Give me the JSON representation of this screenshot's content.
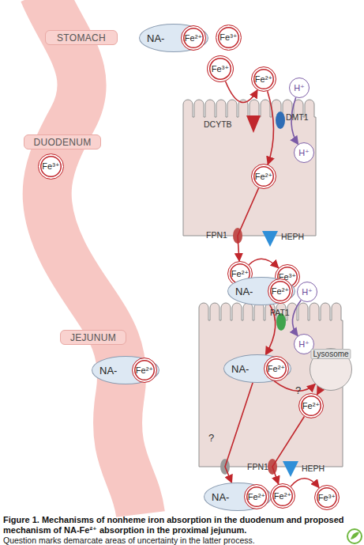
{
  "diagram": {
    "caption": "Figure 1. Mechanisms of nonheme iron absorption in the duodenum and proposed mechanism of NA-Fe²⁺ absorption in the proximal jejunum.",
    "nodes": [
      {
        "text": [
          "STOMACH"
        ]
      },
      {
        "text": [
          "NA-"
        ]
      },
      {
        "text": [
          "Fe²⁺"
        ],
        "in": 1
      },
      {
        "text": [
          "Fe³⁺"
        ]
      },
      {
        "text": [
          "DUODENUM"
        ]
      },
      {
        "text": [
          "Fe³⁺"
        ]
      },
      {
        "text": [
          "Fe³⁺"
        ]
      },
      {
        "text": [
          "Fe²⁺"
        ]
      },
      {
        "text": [
          "H⁺"
        ]
      },
      {
        "text": [
          "H⁺"
        ]
      },
      {
        "text": [
          "Fe²⁺"
        ]
      },
      {
        "text": [
          "Fe²⁺"
        ]
      },
      {
        "text": [
          "Fe³⁺"
        ]
      },
      {
        "text": [
          "JEJUNUM"
        ]
      },
      {
        "text": [
          "NA-"
        ]
      },
      {
        "text": [
          "Fe²⁺"
        ],
        "in": 14
      },
      {
        "text": [
          "NA-"
        ]
      },
      {
        "text": [
          "Fe²⁺"
        ],
        "in": 16
      },
      {
        "text": [
          "H⁺"
        ]
      },
      {
        "text": [
          "H⁺"
        ]
      },
      {
        "text": [
          "NA-"
        ]
      },
      {
        "text": [
          "Fe²⁺"
        ],
        "in": 20
      },
      {
        "text": [
          "Lysosome"
        ]
      },
      {
        "text": [
          "Fe²⁺"
        ]
      },
      {
        "text": [
          "NA-"
        ]
      },
      {
        "text": [
          "Fe²⁺"
        ],
        "in": 24
      },
      {
        "text": [
          "Fe²⁺"
        ]
      },
      {
        "text": [
          "Fe³⁺"
        ]
      }
    ],
    "edges": [
      {
        "from": 6,
        "to": 7,
        "arrow": "to"
      },
      {
        "from": 7,
        "to": 10,
        "arrow": "to"
      },
      {
        "from": 8,
        "to": 9,
        "arrow": "to"
      },
      {
        "from": 10,
        "to": 11,
        "arrow": "to"
      },
      {
        "from": 11,
        "to": 12,
        "arrow": "to"
      },
      {
        "from": 16,
        "to": 20,
        "arrow": "to"
      },
      {
        "from": 18,
        "to": 19,
        "arrow": "to"
      },
      {
        "from": 20,
        "to": 22,
        "label": "?",
        "arrow": "to"
      },
      {
        "from": 22,
        "to": 23,
        "arrow": "to"
      },
      {
        "from": 23,
        "to": 26,
        "arrow": "to"
      },
      {
        "from": 26,
        "to": 27,
        "arrow": "to"
      },
      {
        "from": 20,
        "to": 24,
        "label": "?",
        "arrow": "to"
      }
    ],
    "labels": [
      "DCYTB",
      "DMT1",
      "FPN1",
      "HEPH",
      "PAT1",
      "FPN1",
      "HEPH",
      "Question marks demarcate areas of uncertainty in the latter process."
    ]
  }
}
